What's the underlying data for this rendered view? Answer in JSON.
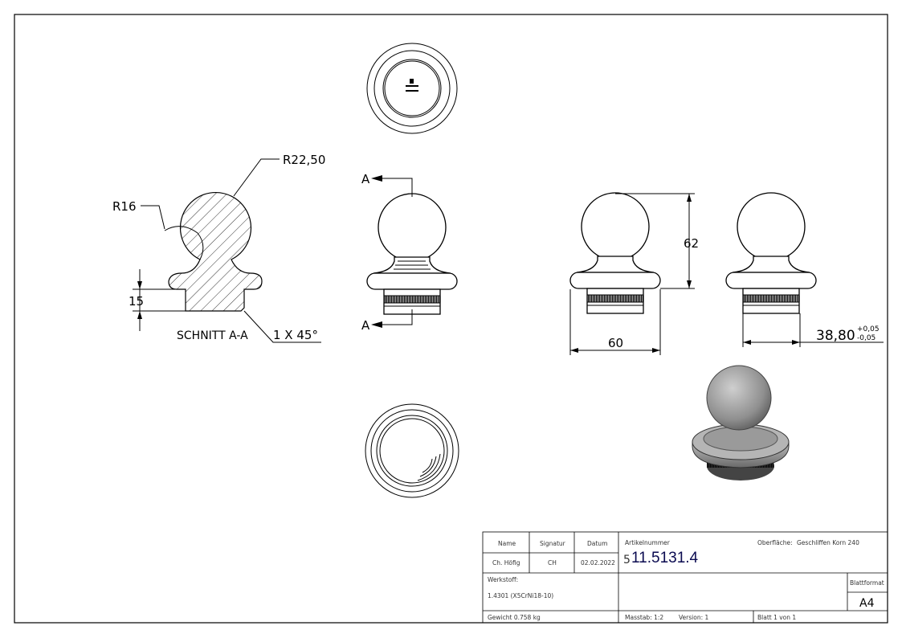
{
  "drawing": {
    "section_label": "SCHNITT A-A",
    "section_marker": "A",
    "dimensions": {
      "radius_ball": "R22,50",
      "radius_neck": "R16",
      "base_height": "15",
      "chamfer": "1 X 45°",
      "total_height": "62",
      "flange_width": "60",
      "spigot_diameter": "38,80",
      "tol_upper": "+0,05",
      "tol_lower": "-0,05"
    }
  },
  "title_block": {
    "h_name": "Name",
    "h_signatur": "Signatur",
    "h_datum": "Datum",
    "name": "Ch. Höfig",
    "signatur": "CH",
    "datum": "02.02.2022",
    "artikel_label": "Artikelnummer",
    "artikel_prefix": "5",
    "artikel": "11.5131.4",
    "oberflaeche_label": "Oberfläche:",
    "oberflaeche": "Geschliffen Korn 240",
    "werkstoff_label": "Werkstoff:",
    "werkstoff": "1.4301 (X5CrNi18-10)",
    "blattformat_label": "Blattformat",
    "blattformat": "A4",
    "gewicht": "Gewicht 0.758 kg",
    "massstab": "Masstab: 1:2",
    "version": "Version: 1",
    "blatt": "Blatt 1 von 1"
  },
  "colors": {
    "line": "#000000",
    "artikel": "#0a0a50"
  }
}
